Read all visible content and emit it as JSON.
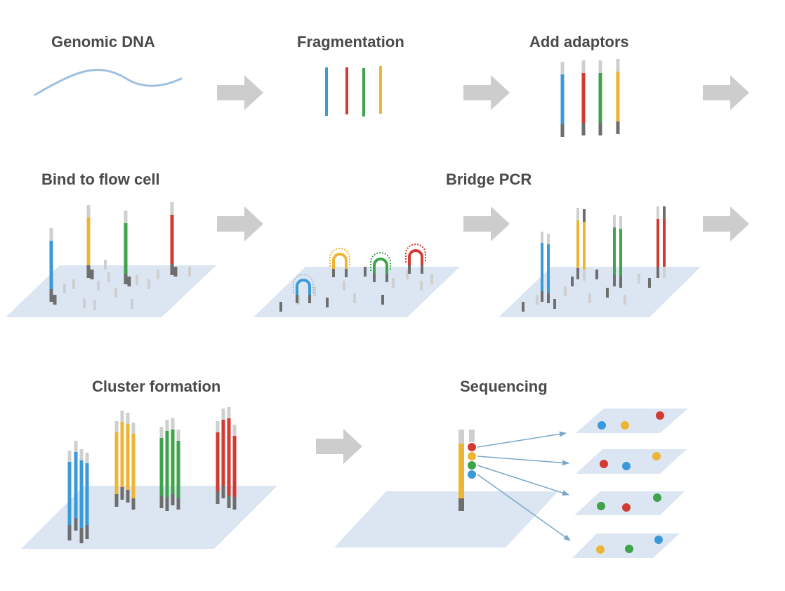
{
  "colors": {
    "blue": "#3a9ad9",
    "red": "#d23a32",
    "green": "#3ea34a",
    "yellow": "#eeb534",
    "adaptor_light": "#cfcfcf",
    "adaptor_dark": "#6e6e6e",
    "flow_cell": "#dbe6f2",
    "dna": "#9ec0e0",
    "arrow": "#cdcdcd",
    "text": "#4a4a4a",
    "seq_arrow": "#7aa7c9"
  },
  "steps": {
    "genomic_dna": {
      "label": "Genomic DNA"
    },
    "fragmentation": {
      "label": "Fragmentation"
    },
    "add_adaptors": {
      "label": "Add adaptors"
    },
    "bind_flow_cell": {
      "label": "Bind to flow cell"
    },
    "bridge_pcr": {
      "label": "Bridge PCR"
    },
    "cluster_formation": {
      "label": "Cluster formation"
    },
    "sequencing": {
      "label": "Sequencing"
    }
  }
}
